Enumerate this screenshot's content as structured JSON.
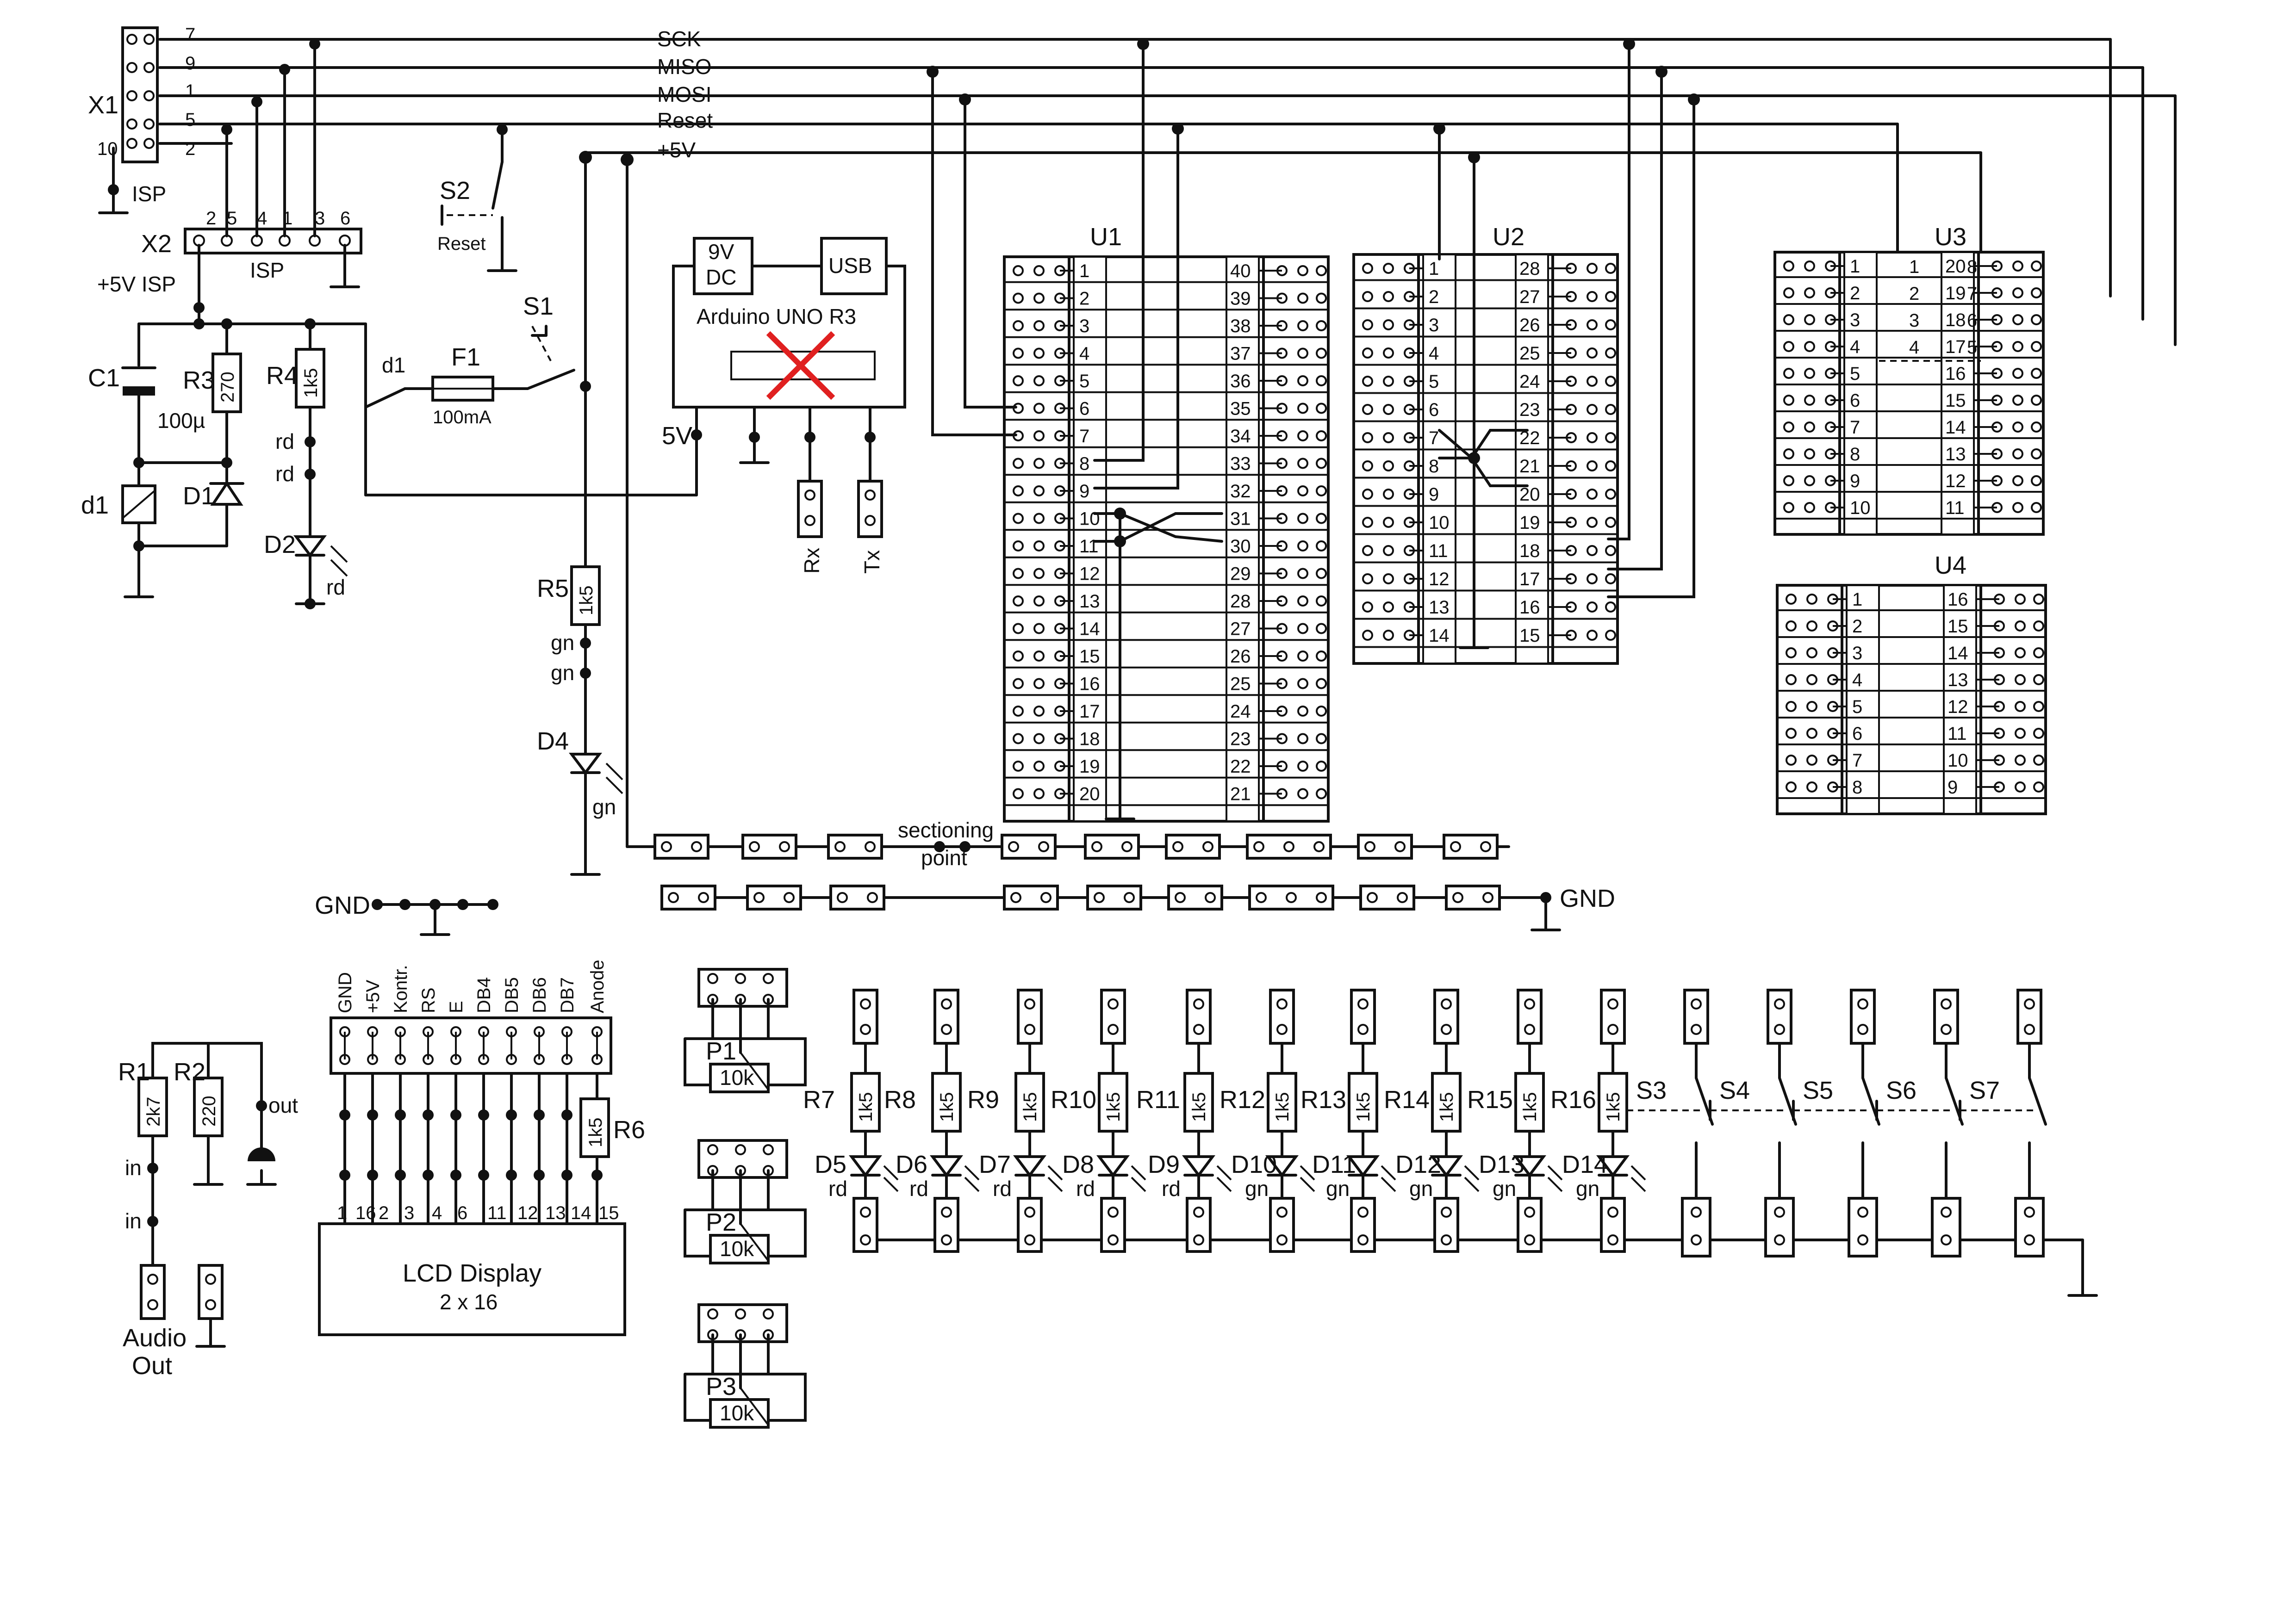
{
  "bus": {
    "labels": [
      "SCK",
      "MISO",
      "MOSI",
      "Reset",
      "+5V"
    ]
  },
  "x1": {
    "label": "X1",
    "sub": "ISP",
    "pin_left": [
      "10"
    ],
    "pins_right": [
      "7",
      "9",
      "1",
      "5",
      "2"
    ]
  },
  "x2": {
    "label": "X2",
    "sub": "ISP",
    "pins": [
      "2",
      "5",
      "4",
      "1",
      "3",
      "6"
    ]
  },
  "power": {
    "isp": "+5V ISP",
    "s2": "S2",
    "s2_sub": "Reset",
    "s1": "S1",
    "f1": "F1",
    "f1_val": "100mA",
    "d1_contact": "d1"
  },
  "left": {
    "c1": "C1",
    "c1_val": "100µ",
    "r3": "R3",
    "r3_val": "270",
    "r4": "R4",
    "r4_val": "1k5",
    "d1": "D1",
    "relay": "d1",
    "d2": "D2",
    "rd": "rd",
    "r5": "R5",
    "r5_val": "1k5",
    "gn": "gn",
    "d4": "D4"
  },
  "arduino": {
    "title": "Arduino UNO R3",
    "dc": "9V",
    "dc2": "DC",
    "usb": "USB",
    "v5": "5V",
    "rx": "Rx",
    "tx": "Tx"
  },
  "u1": {
    "label": "U1",
    "left": [
      "1",
      "2",
      "3",
      "4",
      "5",
      "6",
      "7",
      "8",
      "9",
      "10",
      "11",
      "12",
      "13",
      "14",
      "15",
      "16",
      "17",
      "18",
      "19",
      "20"
    ],
    "right": [
      "40",
      "39",
      "38",
      "37",
      "36",
      "35",
      "34",
      "33",
      "32",
      "31",
      "30",
      "29",
      "28",
      "27",
      "26",
      "25",
      "24",
      "23",
      "22",
      "21"
    ]
  },
  "u2": {
    "label": "U2",
    "left": [
      "1",
      "2",
      "3",
      "4",
      "5",
      "6",
      "7",
      "8",
      "9",
      "10",
      "11",
      "12",
      "13",
      "14"
    ],
    "right": [
      "28",
      "27",
      "26",
      "25",
      "24",
      "23",
      "22",
      "21",
      "20",
      "19",
      "18",
      "17",
      "16",
      "15"
    ]
  },
  "u3": {
    "label": "U3",
    "left": [
      "1",
      "2",
      "3",
      "4",
      "5",
      "6",
      "7",
      "8",
      "9",
      "10"
    ],
    "right": [
      "20",
      "19",
      "18",
      "17",
      "16",
      "15",
      "14",
      "13",
      "12",
      "11"
    ],
    "inner_left": [
      "1",
      "2",
      "3",
      "4"
    ],
    "inner_right": [
      "8",
      "7",
      "6",
      "5"
    ]
  },
  "u4": {
    "label": "U4",
    "left": [
      "1",
      "2",
      "3",
      "4",
      "5",
      "6",
      "7",
      "8"
    ],
    "right": [
      "16",
      "15",
      "14",
      "13",
      "12",
      "11",
      "10",
      "9"
    ]
  },
  "strip": {
    "label": "sectioning",
    "label2": "point",
    "gnd": "GND"
  },
  "gndrail": {
    "label": "GND"
  },
  "lcd": {
    "title": "LCD Display",
    "sub": "2 x 16",
    "heads": [
      "GND",
      "+5V",
      "Kontr.",
      "RS",
      "E",
      "DB4",
      "DB5",
      "DB6",
      "DB7",
      "Anode"
    ],
    "pins": [
      "1",
      "16",
      "2",
      "3",
      "4",
      "6",
      "11",
      "12",
      "13",
      "14",
      "15"
    ],
    "r6": "R6",
    "r6_val": "1k5"
  },
  "audio": {
    "r1": "R1",
    "r1_val": "2k7",
    "r2": "R2",
    "r2_val": "220",
    "out": "out",
    "in": "in",
    "label": "Audio",
    "label2": "Out"
  },
  "pots": [
    {
      "name": "P1",
      "val": "10k"
    },
    {
      "name": "P2",
      "val": "10k"
    },
    {
      "name": "P3",
      "val": "10k"
    }
  ],
  "leds": [
    {
      "r": "R7",
      "val": "1k5",
      "d": "D5",
      "c": "rd"
    },
    {
      "r": "R8",
      "val": "1k5",
      "d": "D6",
      "c": "rd"
    },
    {
      "r": "R9",
      "val": "1k5",
      "d": "D7",
      "c": "rd"
    },
    {
      "r": "R10",
      "val": "1k5",
      "d": "D8",
      "c": "rd"
    },
    {
      "r": "R11",
      "val": "1k5",
      "d": "D9",
      "c": "rd"
    },
    {
      "r": "R12",
      "val": "1k5",
      "d": "D10",
      "c": "gn"
    },
    {
      "r": "R13",
      "val": "1k5",
      "d": "D11",
      "c": "gn"
    },
    {
      "r": "R14",
      "val": "1k5",
      "d": "D12",
      "c": "gn"
    },
    {
      "r": "R15",
      "val": "1k5",
      "d": "D13",
      "c": "gn"
    },
    {
      "r": "R16",
      "val": "1k5",
      "d": "D14",
      "c": "gn"
    }
  ],
  "switches": [
    "S3",
    "S4",
    "S5",
    "S6",
    "S7"
  ],
  "colors": {
    "ink": "#111111",
    "cross": "#e02020"
  }
}
